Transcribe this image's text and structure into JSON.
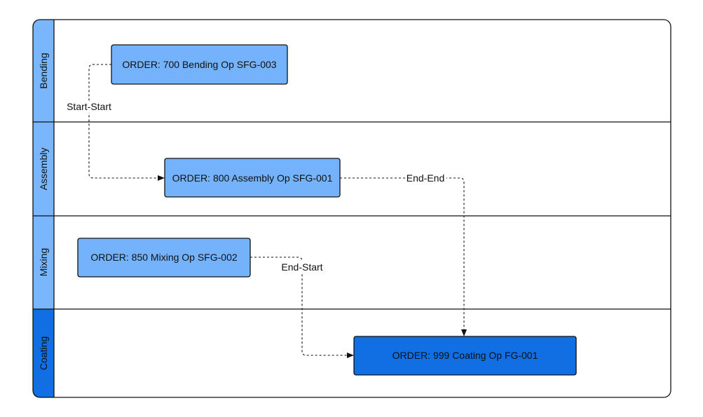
{
  "colors": {
    "lane_header": "#79b6fb",
    "lane_header_active": "#116ee3",
    "node_fill": "#74b2fb",
    "node_fill_active": "#116ee3",
    "stroke": "#111111",
    "background": "#ffffff"
  },
  "lanes": [
    {
      "id": "bending",
      "label": "Bending",
      "active": false
    },
    {
      "id": "assembly",
      "label": "Assembly",
      "active": false
    },
    {
      "id": "mixing",
      "label": "Mixing",
      "active": false
    },
    {
      "id": "coating",
      "label": "Coating",
      "active": true
    }
  ],
  "nodes": [
    {
      "id": "n700",
      "label": "ORDER: 700 Bending Op SFG-003",
      "lane": "bending",
      "active": false
    },
    {
      "id": "n800",
      "label": "ORDER: 800 Assembly Op SFG-001",
      "lane": "assembly",
      "active": false
    },
    {
      "id": "n850",
      "label": "ORDER: 850 Mixing Op SFG-002",
      "lane": "mixing",
      "active": false
    },
    {
      "id": "n999",
      "label": "ORDER: 999 Coating Op FG-001",
      "lane": "coating",
      "active": true
    }
  ],
  "edges": [
    {
      "id": "e1",
      "from": "n700",
      "to": "n800",
      "label": "Start-Start"
    },
    {
      "id": "e2",
      "from": "n800",
      "to": "n999",
      "label": "End-End"
    },
    {
      "id": "e3",
      "from": "n850",
      "to": "n999",
      "label": "End-Start"
    }
  ]
}
